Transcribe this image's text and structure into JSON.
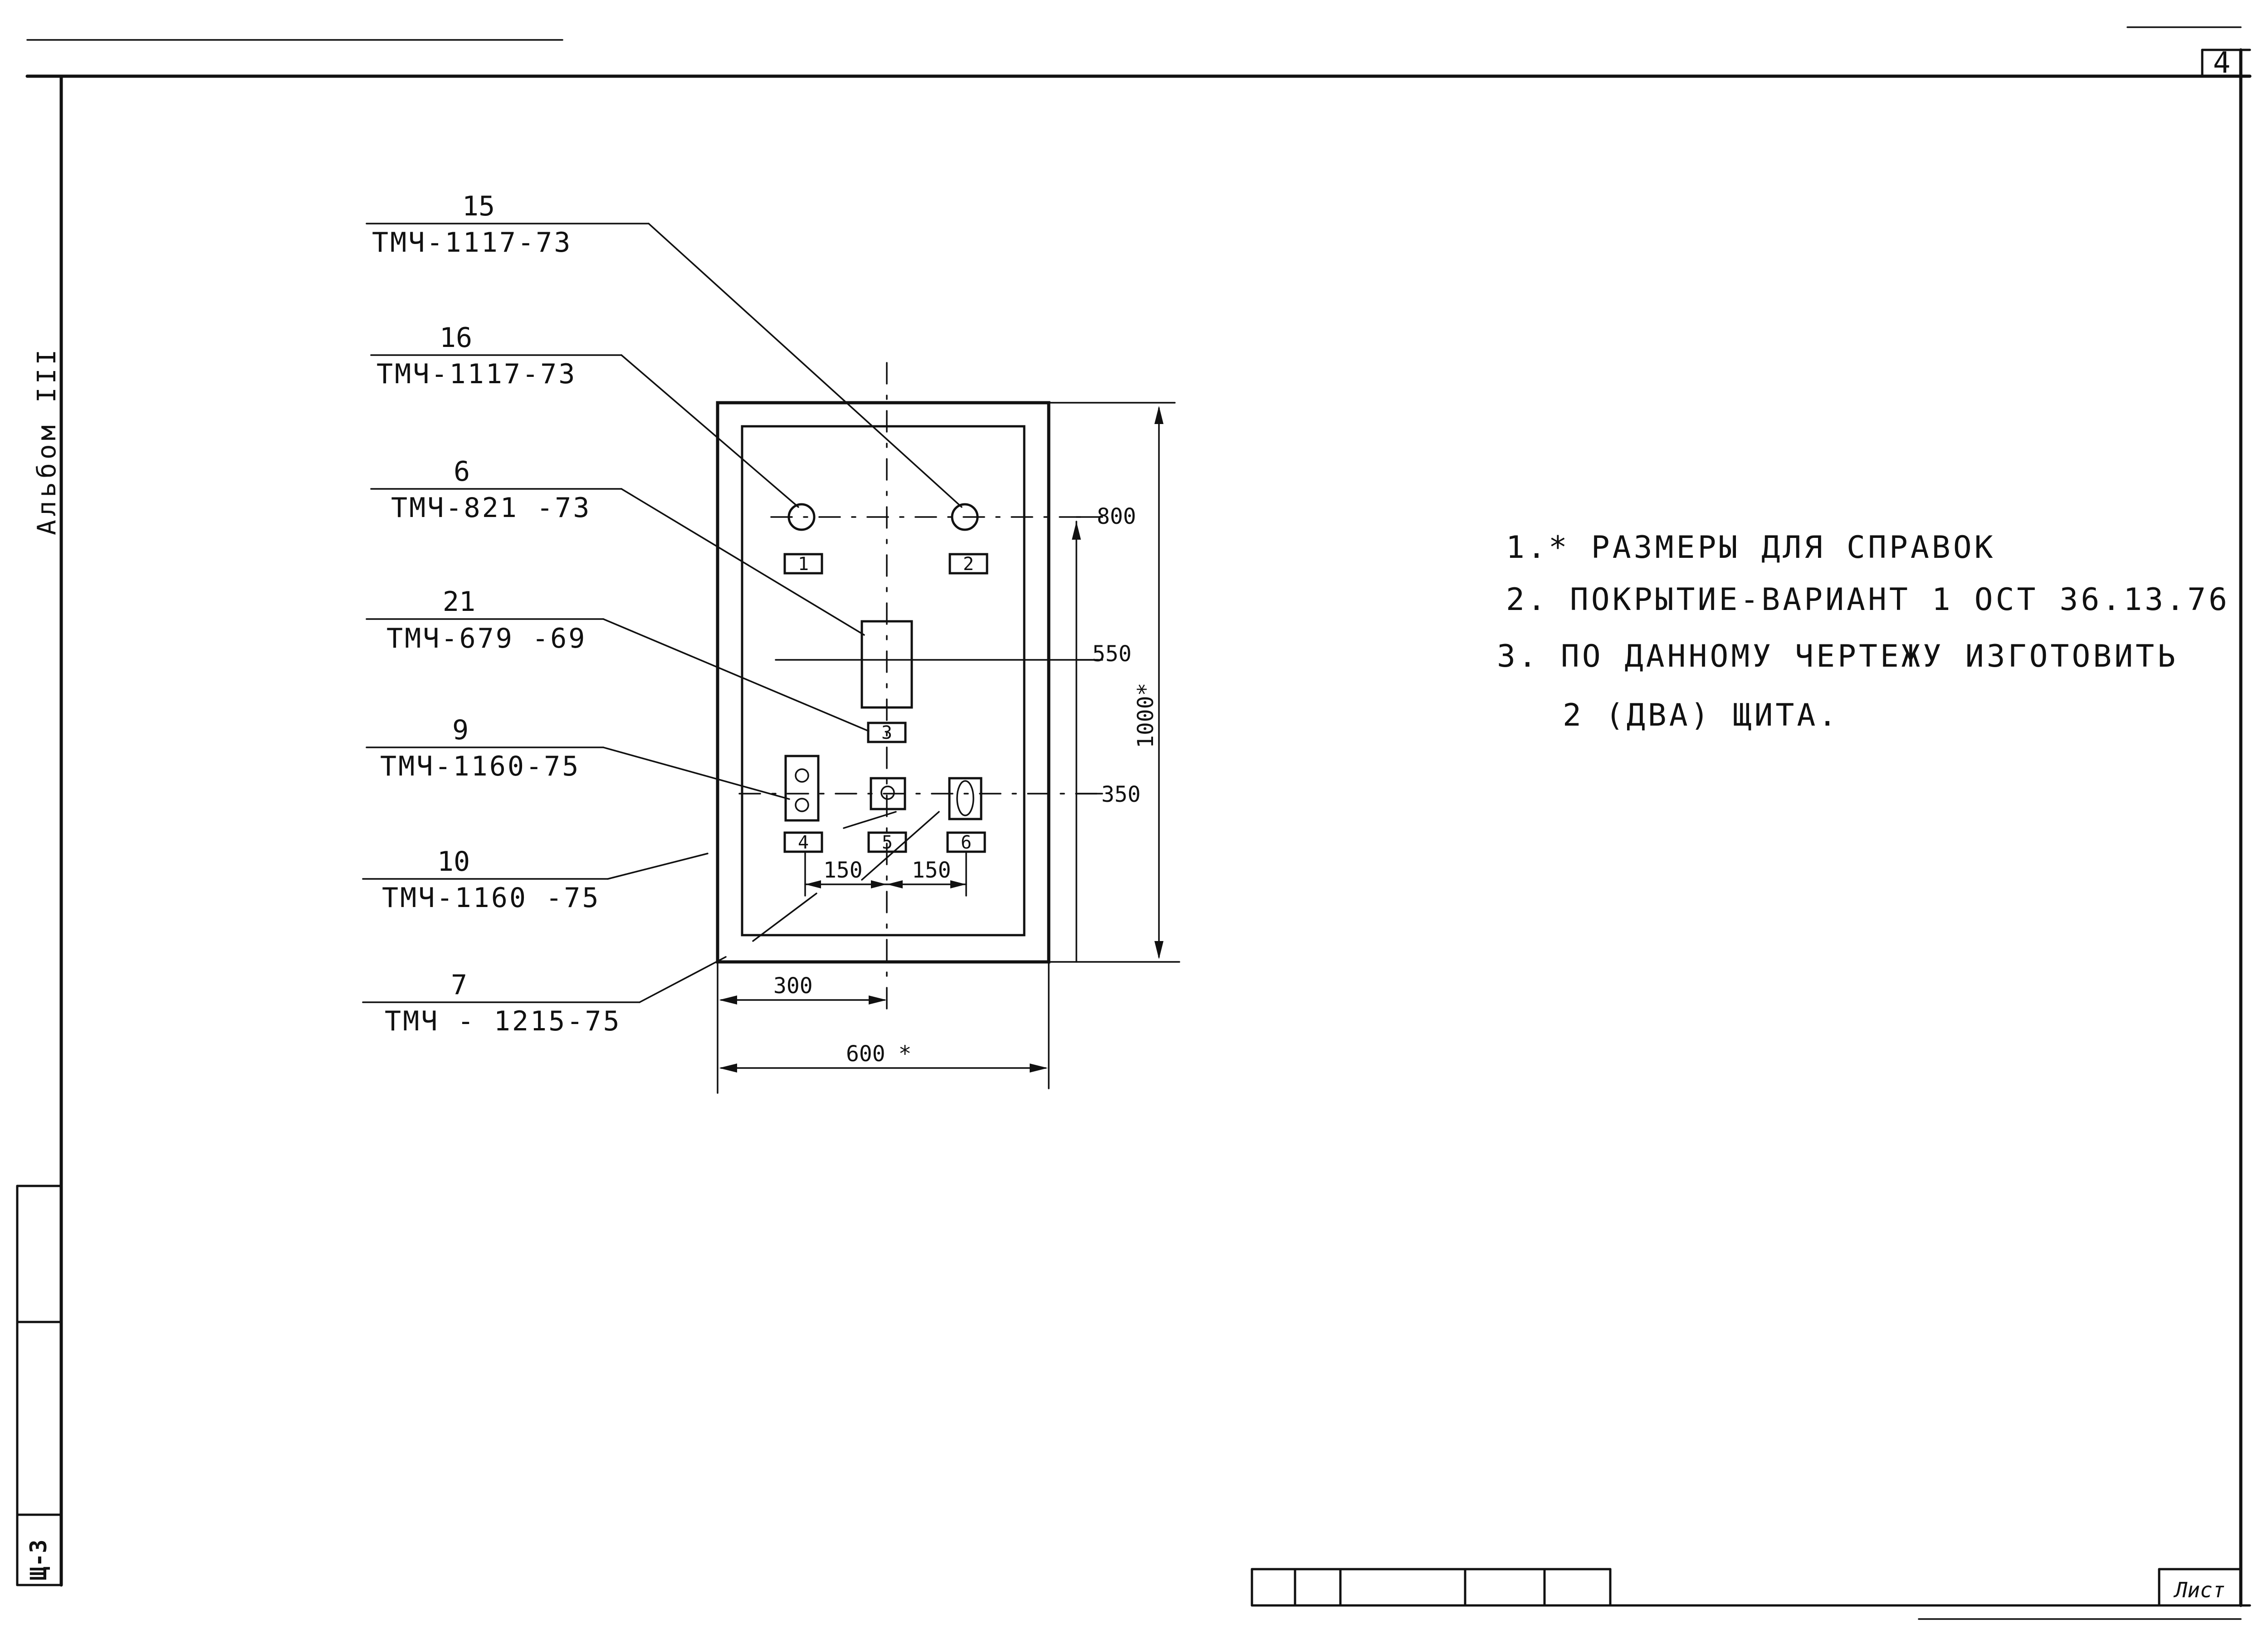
{
  "sheet": {
    "number": "4",
    "album": "Альбом III",
    "code": "Щ-3",
    "sheet_label": "Лист"
  },
  "callouts": [
    {
      "number": "15",
      "code": "ТМЧ-1117-73"
    },
    {
      "number": "16",
      "code": "ТМЧ-1117-73"
    },
    {
      "number": "6",
      "code": "ТМЧ-821 -73"
    },
    {
      "number": "21",
      "code": "ТМЧ-679 -69"
    },
    {
      "number": "9",
      "code": "ТМЧ-1160-75"
    },
    {
      "number": "10",
      "code": "ТМЧ-1160 -75"
    },
    {
      "number": "7",
      "code": "ТМЧ - 1215-75"
    }
  ],
  "dimensions": {
    "h800": "800",
    "h550": "550",
    "h350": "350",
    "total_height": "1000*",
    "half_width": "300",
    "total_width": "600 *",
    "spacing_left": "150",
    "spacing_right": "150"
  },
  "panel_labels": [
    "1",
    "2",
    "3",
    "4",
    "5",
    "6"
  ],
  "notes": [
    "1.* РАЗМЕРЫ ДЛЯ СПРАВОК",
    "2. ПОКРЫТИЕ-ВАРИАНТ 1 ОСТ 36.13.76",
    "3. ПО ДАННОМУ ЧЕРТЕЖУ ИЗГОТОВИТЬ",
    "2 (ДВА) ЩИТА."
  ]
}
